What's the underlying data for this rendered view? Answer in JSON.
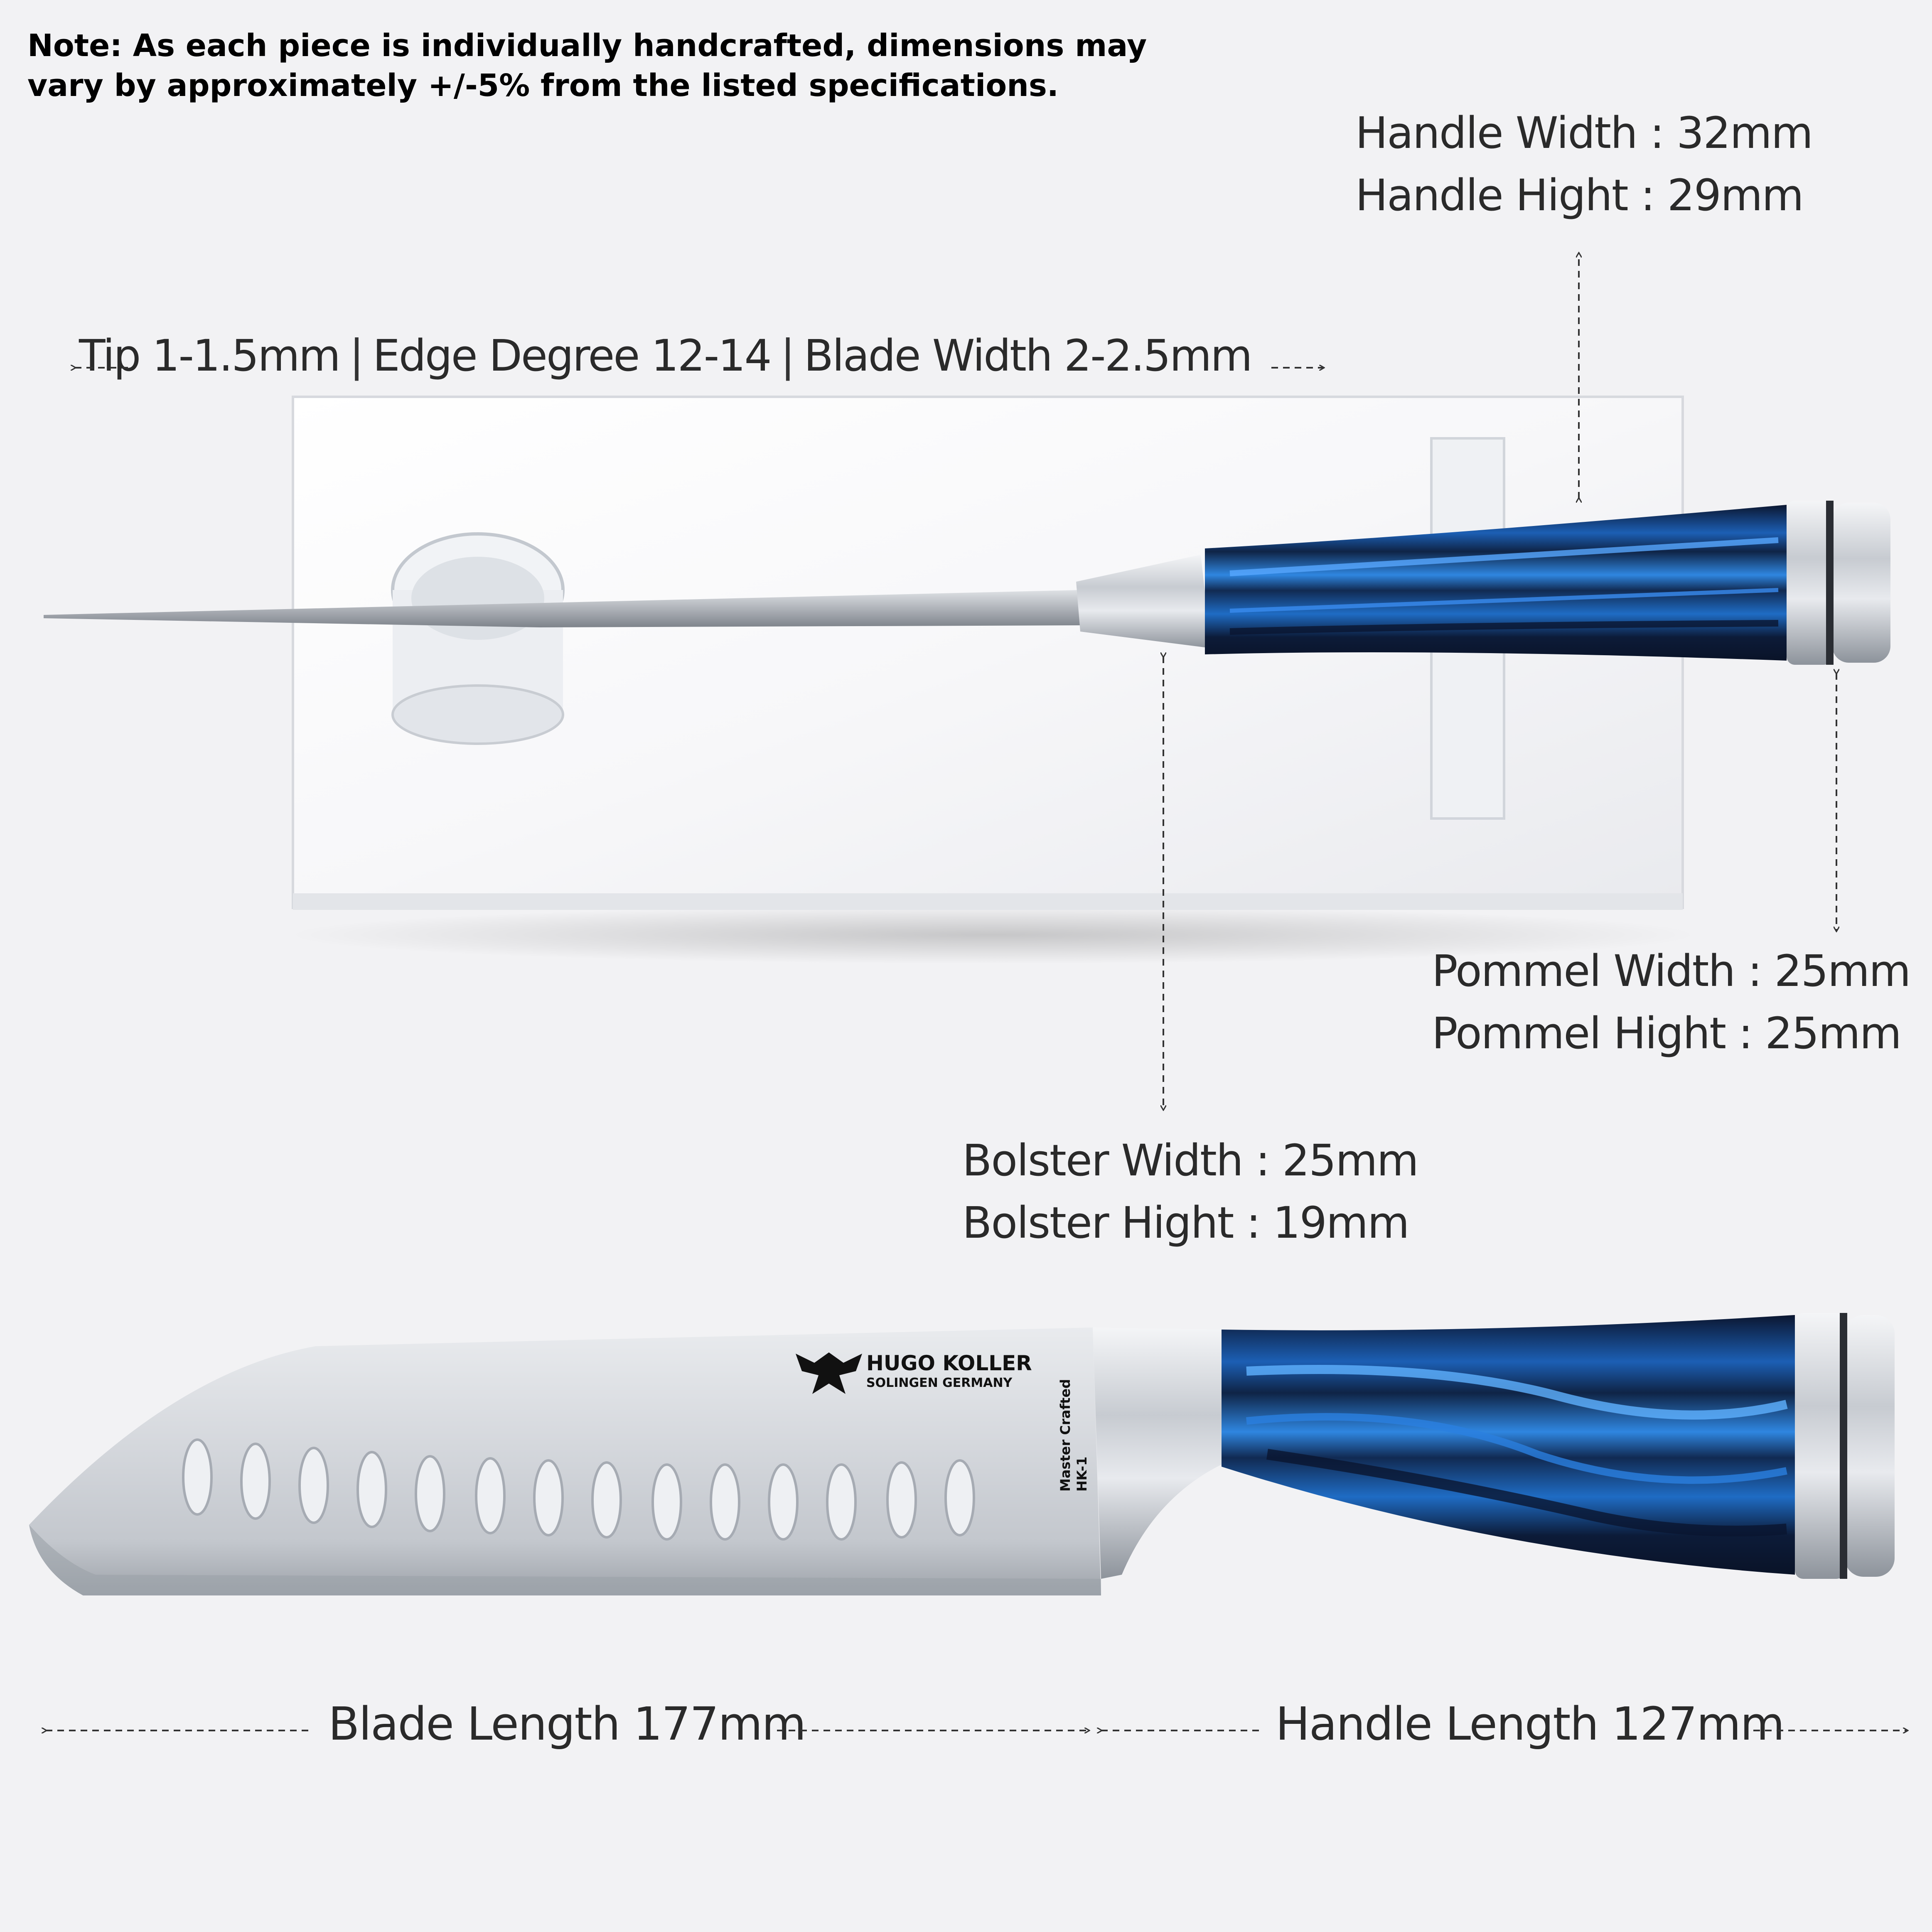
{
  "note": {
    "line1": "Note: As each piece is individually handcrafted, dimensions may",
    "line2": "vary by approximately +/-5% from the listed specifications."
  },
  "handle_specs": {
    "width": "Handle Width : 32mm",
    "height": "Handle Hight : 29mm"
  },
  "pommel_specs": {
    "width": "Pommel Width : 25mm",
    "height": "Pommel Hight : 25mm"
  },
  "bolster_specs": {
    "width": "Bolster Width : 25mm",
    "height": "Bolster Hight : 19mm"
  },
  "blade_specs": {
    "tip": "Tip 1-1.5mm",
    "edge": "Edge Degree 12-14",
    "width": "Blade Width 2-2.5mm",
    "separator": "|"
  },
  "lengths": {
    "blade": "Blade Length 177mm",
    "handle": "Handle Length 127mm"
  },
  "blade_marking": {
    "brand": "HUGO KOLLER",
    "origin": "SOLINGEN GERMANY",
    "line1": "Master Crafted",
    "line2": "HK-1"
  },
  "colors": {
    "background": "#f2f2f4",
    "handle_blue": "#1e63b8",
    "handle_dark": "#0d1a33",
    "steel": "#c9ccd1",
    "text": "#2a2a2a"
  },
  "icons": [
    "dashed-arrow",
    "eagle-emblem"
  ]
}
